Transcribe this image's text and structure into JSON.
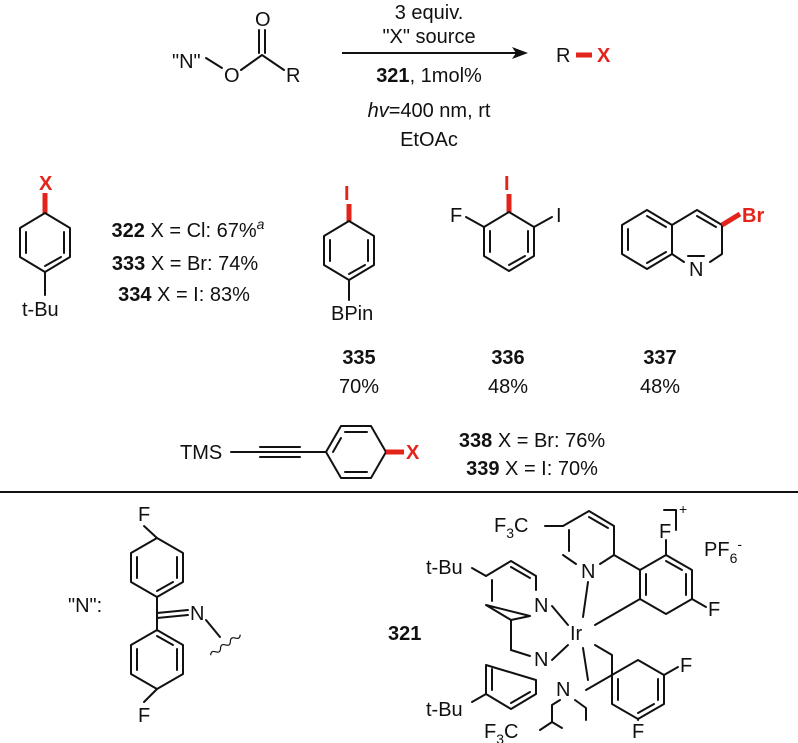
{
  "reaction": {
    "reactant_N": "\"N\"",
    "reactant_O": "O",
    "reactant_carbonyl_O": "O",
    "reactant_R": "R",
    "conditions": {
      "line1": "3 equiv.",
      "line2": "\"X\" source",
      "catalyst_num": "321",
      "catalyst_loading": ", 1mol%",
      "light_italic": "hv",
      "light_rest": "=400 nm, rt",
      "solvent": "EtOAc"
    },
    "product_R": "R",
    "product_X": "X"
  },
  "substrates": {
    "s322": {
      "top_atom": "X",
      "bottom_group": "t-Bu",
      "rows": [
        {
          "num": "322",
          "text": " X = Cl: 67%",
          "sup": "a"
        },
        {
          "num": "333",
          "text": " X = Br: 74%"
        },
        {
          "num": "334",
          "text": " X = I: 83%"
        }
      ]
    },
    "s335": {
      "top_atom": "I",
      "bottom_group": "BPin",
      "num": "335",
      "yield": "70%"
    },
    "s336": {
      "top_atom": "I",
      "left_atom": "F",
      "right_atom": "I",
      "num": "336",
      "yield": "48%"
    },
    "s337": {
      "ring_N": "N",
      "sub_atom": "Br",
      "num": "337",
      "yield": "48%"
    },
    "s338": {
      "tms": "TMS",
      "end_atom": "X",
      "rows": [
        {
          "num": "338",
          "text": " X = Br: 76%"
        },
        {
          "num": "339",
          "text": " X = I: 70%"
        }
      ]
    }
  },
  "legend": {
    "n_label": "\"N\":",
    "imine_N": "N",
    "top_F": "F",
    "bottom_F": "F",
    "catalyst_num": "321",
    "counterion_main": "PF",
    "counterion_sub": "6",
    "counterion_sup": "-",
    "charge": "+",
    "metal": "Ir",
    "cf3_top_main": "F",
    "cf3_top_sub": "3",
    "cf3_top_C": "C",
    "cf3_bottom_main": "F",
    "cf3_bottom_sub": "3",
    "cf3_bottom_C": "C",
    "tbu_top": "t-Bu",
    "tbu_bottom": "t-Bu",
    "n_atoms": [
      "N",
      "N",
      "N",
      "N"
    ],
    "f_atoms": [
      "F",
      "F",
      "F",
      "F"
    ]
  }
}
